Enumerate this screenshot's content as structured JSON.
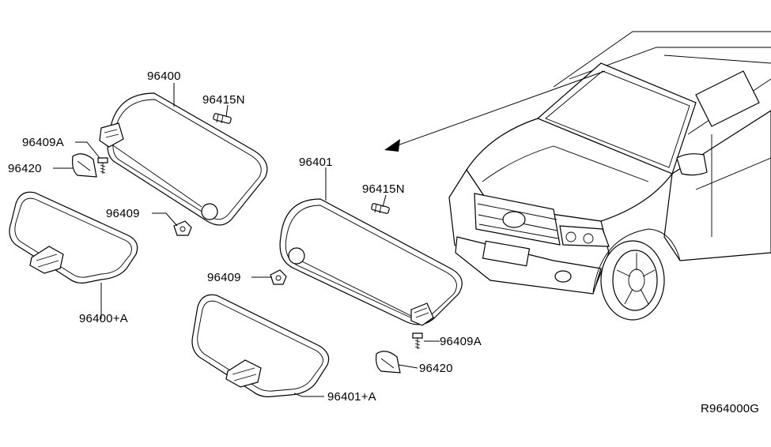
{
  "labels": {
    "visor_left": "96400",
    "visor_right": "96401",
    "holder_pin_left": "96415N",
    "holder_pin_right": "96415N",
    "screw_left": "96409A",
    "screw_right": "96409A",
    "cover_left": "96420",
    "cover_right": "96420",
    "clip_left": "96409",
    "clip_right": "96409",
    "mirror_left": "96400+A",
    "mirror_right": "96401+A"
  },
  "diagram_code": "R964000G"
}
